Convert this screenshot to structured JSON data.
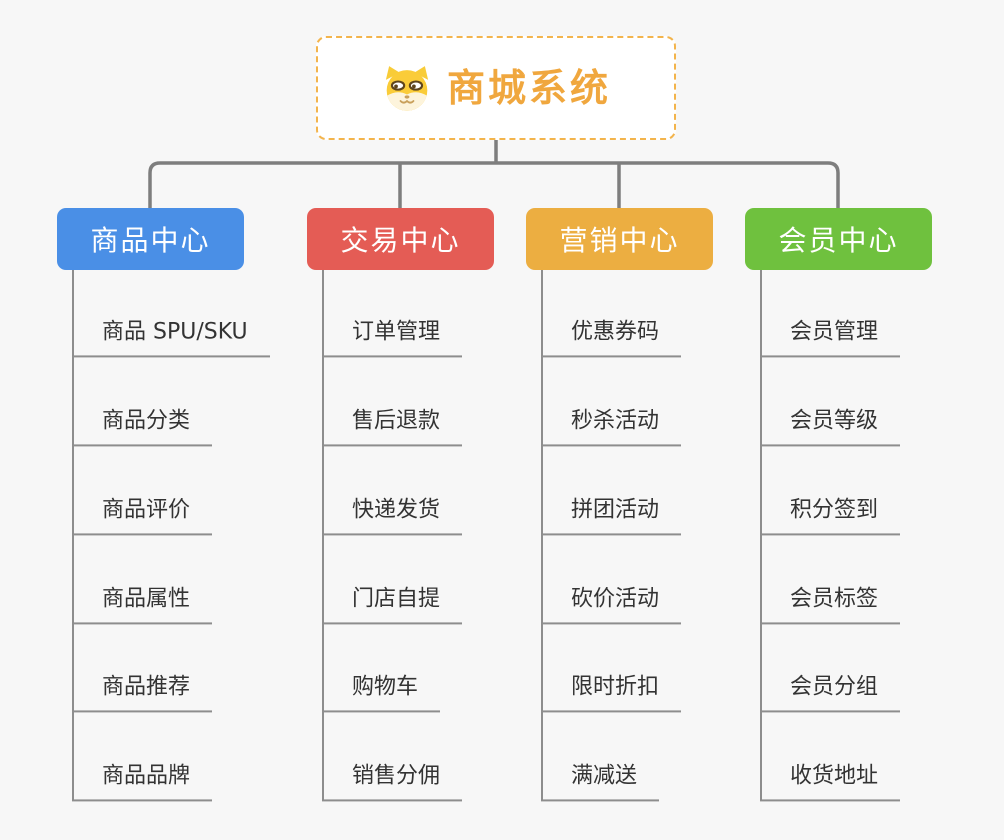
{
  "root": {
    "title": "商城系统",
    "icon": "dog-face-icon",
    "border_color": "#F3B44C",
    "title_color": "#F0A73E"
  },
  "connector_color": "#7e7e7e",
  "columns": [
    {
      "label": "商品中心",
      "color": "#4A8FE6",
      "items": [
        "商品 SPU/SKU",
        "商品分类",
        "商品评价",
        "商品属性",
        "商品推荐",
        "商品品牌"
      ]
    },
    {
      "label": "交易中心",
      "color": "#E45C55",
      "items": [
        "订单管理",
        "售后退款",
        "快递发货",
        "门店自提",
        "购物车",
        "销售分佣"
      ]
    },
    {
      "label": "营销中心",
      "color": "#ECAE41",
      "items": [
        "优惠券码",
        "秒杀活动",
        "拼团活动",
        "砍价活动",
        "限时折扣",
        "满减送"
      ]
    },
    {
      "label": "会员中心",
      "color": "#6FC13E",
      "items": [
        "会员管理",
        "会员等级",
        "积分签到",
        "会员标签",
        "会员分组",
        "收货地址"
      ]
    }
  ]
}
